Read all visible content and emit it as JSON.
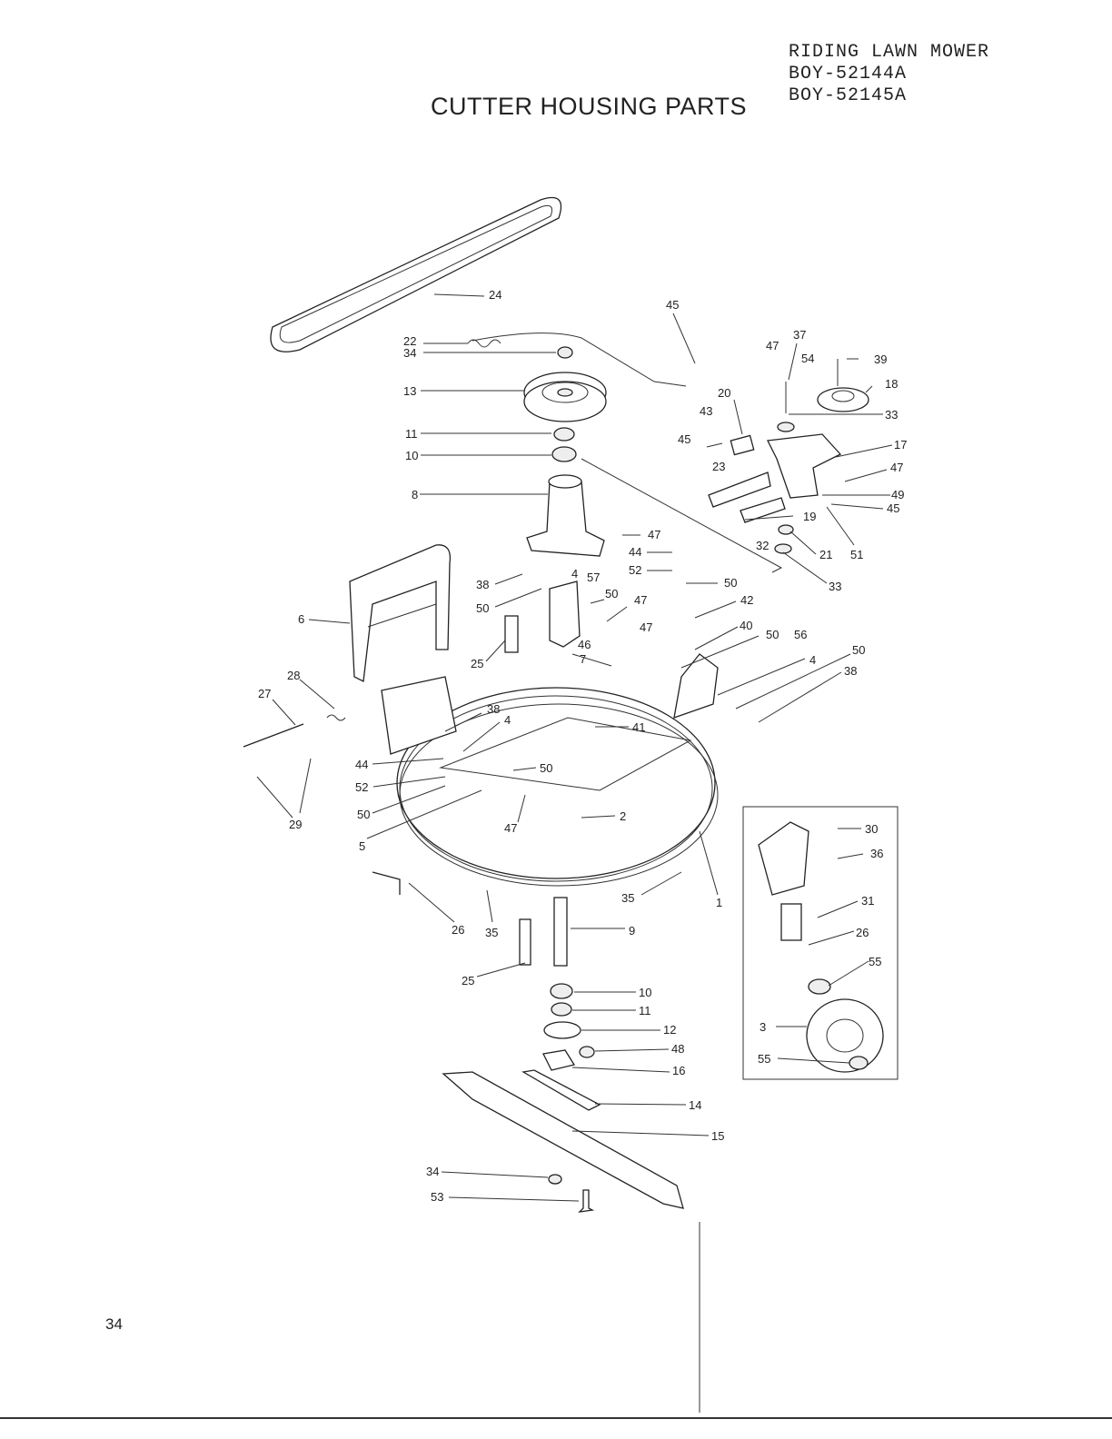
{
  "header": {
    "line1": "RIDING LAWN MOWER",
    "line2": "BOY-52144A",
    "line3": "BOY-52145A"
  },
  "title": "CUTTER HOUSING PARTS",
  "page_number": "34",
  "callouts": [
    {
      "id": "24",
      "text": "24"
    },
    {
      "id": "45a",
      "text": "45"
    },
    {
      "id": "22",
      "text": "22"
    },
    {
      "id": "34a",
      "text": "34"
    },
    {
      "id": "13",
      "text": "13"
    },
    {
      "id": "11a",
      "text": "11"
    },
    {
      "id": "10a",
      "text": "10"
    },
    {
      "id": "8",
      "text": "8"
    },
    {
      "id": "47a",
      "text": "47"
    },
    {
      "id": "37",
      "text": "37"
    },
    {
      "id": "54",
      "text": "54"
    },
    {
      "id": "39",
      "text": "39"
    },
    {
      "id": "18",
      "text": "18"
    },
    {
      "id": "20",
      "text": "20"
    },
    {
      "id": "43",
      "text": "43"
    },
    {
      "id": "33a",
      "text": "33"
    },
    {
      "id": "45b",
      "text": "45"
    },
    {
      "id": "17",
      "text": "17"
    },
    {
      "id": "23",
      "text": "23"
    },
    {
      "id": "47b",
      "text": "47"
    },
    {
      "id": "49",
      "text": "49"
    },
    {
      "id": "45c",
      "text": "45"
    },
    {
      "id": "19",
      "text": "19"
    },
    {
      "id": "32",
      "text": "32"
    },
    {
      "id": "21",
      "text": "21"
    },
    {
      "id": "51",
      "text": "51"
    },
    {
      "id": "33b",
      "text": "33"
    },
    {
      "id": "47c",
      "text": "47"
    },
    {
      "id": "44a",
      "text": "44"
    },
    {
      "id": "52a",
      "text": "52"
    },
    {
      "id": "50a",
      "text": "50"
    },
    {
      "id": "38a",
      "text": "38"
    },
    {
      "id": "4a",
      "text": "4"
    },
    {
      "id": "57",
      "text": "57"
    },
    {
      "id": "50b",
      "text": "50"
    },
    {
      "id": "50c",
      "text": "50"
    },
    {
      "id": "47d",
      "text": "47"
    },
    {
      "id": "42",
      "text": "42"
    },
    {
      "id": "6",
      "text": "6"
    },
    {
      "id": "40",
      "text": "40"
    },
    {
      "id": "47e",
      "text": "47"
    },
    {
      "id": "50d",
      "text": "50"
    },
    {
      "id": "56",
      "text": "56"
    },
    {
      "id": "25a",
      "text": "25"
    },
    {
      "id": "46",
      "text": "46"
    },
    {
      "id": "7",
      "text": "7"
    },
    {
      "id": "4b",
      "text": "4"
    },
    {
      "id": "50e",
      "text": "50"
    },
    {
      "id": "38b",
      "text": "38"
    },
    {
      "id": "28",
      "text": "28"
    },
    {
      "id": "27",
      "text": "27"
    },
    {
      "id": "38c",
      "text": "38"
    },
    {
      "id": "4c",
      "text": "4"
    },
    {
      "id": "41",
      "text": "41"
    },
    {
      "id": "44b",
      "text": "44"
    },
    {
      "id": "50f",
      "text": "50"
    },
    {
      "id": "52b",
      "text": "52"
    },
    {
      "id": "50g",
      "text": "50"
    },
    {
      "id": "29",
      "text": "29"
    },
    {
      "id": "5",
      "text": "5"
    },
    {
      "id": "47f",
      "text": "47"
    },
    {
      "id": "2",
      "text": "2"
    },
    {
      "id": "30",
      "text": "30"
    },
    {
      "id": "36",
      "text": "36"
    },
    {
      "id": "35a",
      "text": "35"
    },
    {
      "id": "1",
      "text": "1"
    },
    {
      "id": "31",
      "text": "31"
    },
    {
      "id": "26a",
      "text": "26"
    },
    {
      "id": "26b",
      "text": "26"
    },
    {
      "id": "35b",
      "text": "35"
    },
    {
      "id": "9",
      "text": "9"
    },
    {
      "id": "55a",
      "text": "55"
    },
    {
      "id": "25b",
      "text": "25"
    },
    {
      "id": "3",
      "text": "3"
    },
    {
      "id": "10b",
      "text": "10"
    },
    {
      "id": "11b",
      "text": "11"
    },
    {
      "id": "12",
      "text": "12"
    },
    {
      "id": "55b",
      "text": "55"
    },
    {
      "id": "48",
      "text": "48"
    },
    {
      "id": "16",
      "text": "16"
    },
    {
      "id": "14",
      "text": "14"
    },
    {
      "id": "15",
      "text": "15"
    },
    {
      "id": "34b",
      "text": "34"
    },
    {
      "id": "53",
      "text": "53"
    }
  ]
}
